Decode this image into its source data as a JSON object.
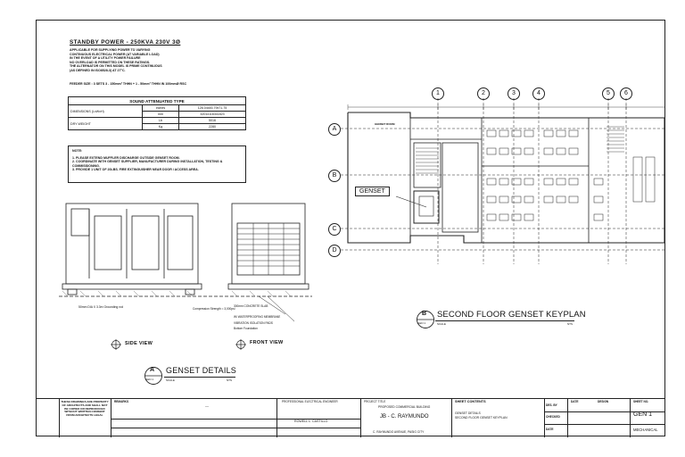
{
  "notes_block": {
    "title": "STANDBY POWER - 250KVA 230V 3Ø",
    "description": "APPLICABLE FOR SUPPLYING POWER TO VARYING\nCONTINUOUS ELECTRICAL POWER (AT VARIABLE LOAD)\nIN THE EVENT OF A UTILITY POWER FAILURE\nNO OVERLOAD IS PERMITTED ON THESE RATINGS.\nTHE ALTERNATOR ON THIS MODEL IS PRIME CONTINUOUS\n(AS DEFINED IN ISO8528-3) AT 27°C.",
    "feeder": "FEEDER SIZE : 3 SETS 3 - 150mm² THHN + 1 - 50mm² THHN IN 100mmØ RSC"
  },
  "spec_table": {
    "title": "SOUND ATTENUATED TYPE",
    "rows": [
      {
        "label": "DIMENSIONS (LxWxH)",
        "unit": "inches",
        "value": "126.04x45.79x71.75"
      },
      {
        "label": "",
        "unit": "mm",
        "value": "3201x1163x1823"
      },
      {
        "label": "DRY WEIGHT",
        "unit": "Lb",
        "value": "5016"
      },
      {
        "label": "",
        "unit": "Kg",
        "value": "2280"
      }
    ]
  },
  "note_box": {
    "heading": "NOTE:",
    "items": [
      "1. PLEASE EXTEND MUFFLER DISCHARGE OUTSIDE GENSET ROOM.",
      "2. COORDINATE WITH GENSET SUPPLIER, MANUFACTURER DURING INSTALLATION, TESTING & COMMISSIONING.",
      "3. PROVIDE 1 UNIT OF 20LBS. FIRE EXTINGUISHER NEAR DOOR / ACCESS AREA."
    ]
  },
  "details": {
    "front_labels": [
      "50mm DIA X 3.3m Grounding rod"
    ],
    "side_labels": [
      "Compression Strength = 3,000psi",
      "300mm CONCRETE SLAB",
      "W/ WATERPROOFING MEMBRANE",
      "VIBRATION ISOLATION PADS",
      "Bottom Foundation"
    ],
    "side_view_label": "SIDE VIEW",
    "front_view_label": "FRONT VIEW",
    "section_letter": "A",
    "section_sheet": "GEN 1",
    "section_title": "GENSET DETAILS",
    "scale_label": "SCALE",
    "nts": "NTS"
  },
  "plan": {
    "grid_numbers": [
      "1",
      "2",
      "3",
      "4",
      "5",
      "6"
    ],
    "grid_letters": [
      "A",
      "B",
      "C",
      "D"
    ],
    "callout": "GENSET",
    "room_tag": "GENSET ROOM",
    "section_letter": "B",
    "section_sheet": "GEN 1",
    "title": "SECOND FLOOR GENSET KEYPLAN",
    "scale_label": "SCALE",
    "nts": "NTS"
  },
  "title_block": {
    "stamp_text": "THESE DRAWINGS ARE PROPERTY OF ARCHITECTS AND SHALL NOT BE COPIED OR REPRODUCED WITHOUT WRITTEN CONSENT FROM ARCHITECTS LEGAL",
    "remarks_label": "REMARKS",
    "remarks_value": "—",
    "engineer_label": "PROFESSIONAL ELECTRICAL ENGINEER",
    "engineer_name": "ROWELL L. CASTILLO",
    "project_label": "PROJECT TITLE",
    "project_sub": "PROPOSED COMMERCIAL BUILDING",
    "project_name": "JB - C. RAYMUNDO",
    "project_location": "C. RAYMUNDO AVENUE, PASIG CITY",
    "sheet_contents_label": "SHEET CONTENTS",
    "sheet_contents": [
      "GENSET DETAILS",
      "SECOND FLOOR GENSET KEYPLAN"
    ],
    "side_labels": [
      "DES. BY",
      "CHECKED",
      "DATE"
    ],
    "design_label": "DESIGN",
    "date_label": "DATE",
    "sheet_no_label": "SHEET NO.",
    "sheet_no": "GEN 1",
    "discipline": "MECHANICAL"
  }
}
